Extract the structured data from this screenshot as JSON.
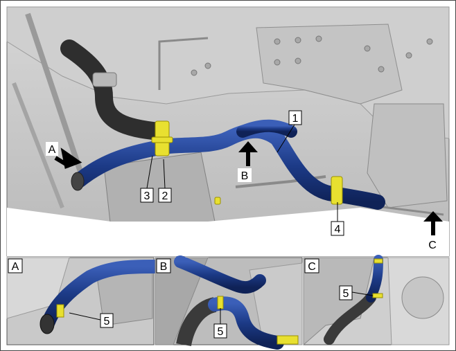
{
  "main_view": {
    "callouts": [
      {
        "id": "callout-1",
        "text": "1"
      },
      {
        "id": "callout-2",
        "text": "2"
      },
      {
        "id": "callout-3",
        "text": "3"
      },
      {
        "id": "callout-4",
        "text": "4"
      }
    ],
    "view_markers": [
      {
        "id": "marker-a",
        "text": "A"
      },
      {
        "id": "marker-b",
        "text": "B"
      },
      {
        "id": "marker-c",
        "text": "C"
      }
    ]
  },
  "insets": [
    {
      "id": "inset-a",
      "label": "A",
      "callout": "5"
    },
    {
      "id": "inset-b",
      "label": "B",
      "callout": "5"
    },
    {
      "id": "inset-c",
      "label": "C",
      "callout": "5"
    }
  ],
  "colors": {
    "hose": "#1c3a86",
    "clamp": "#e8e030",
    "frame_gray": "#c9c9c9",
    "dark_hose": "#3a3a3a"
  }
}
